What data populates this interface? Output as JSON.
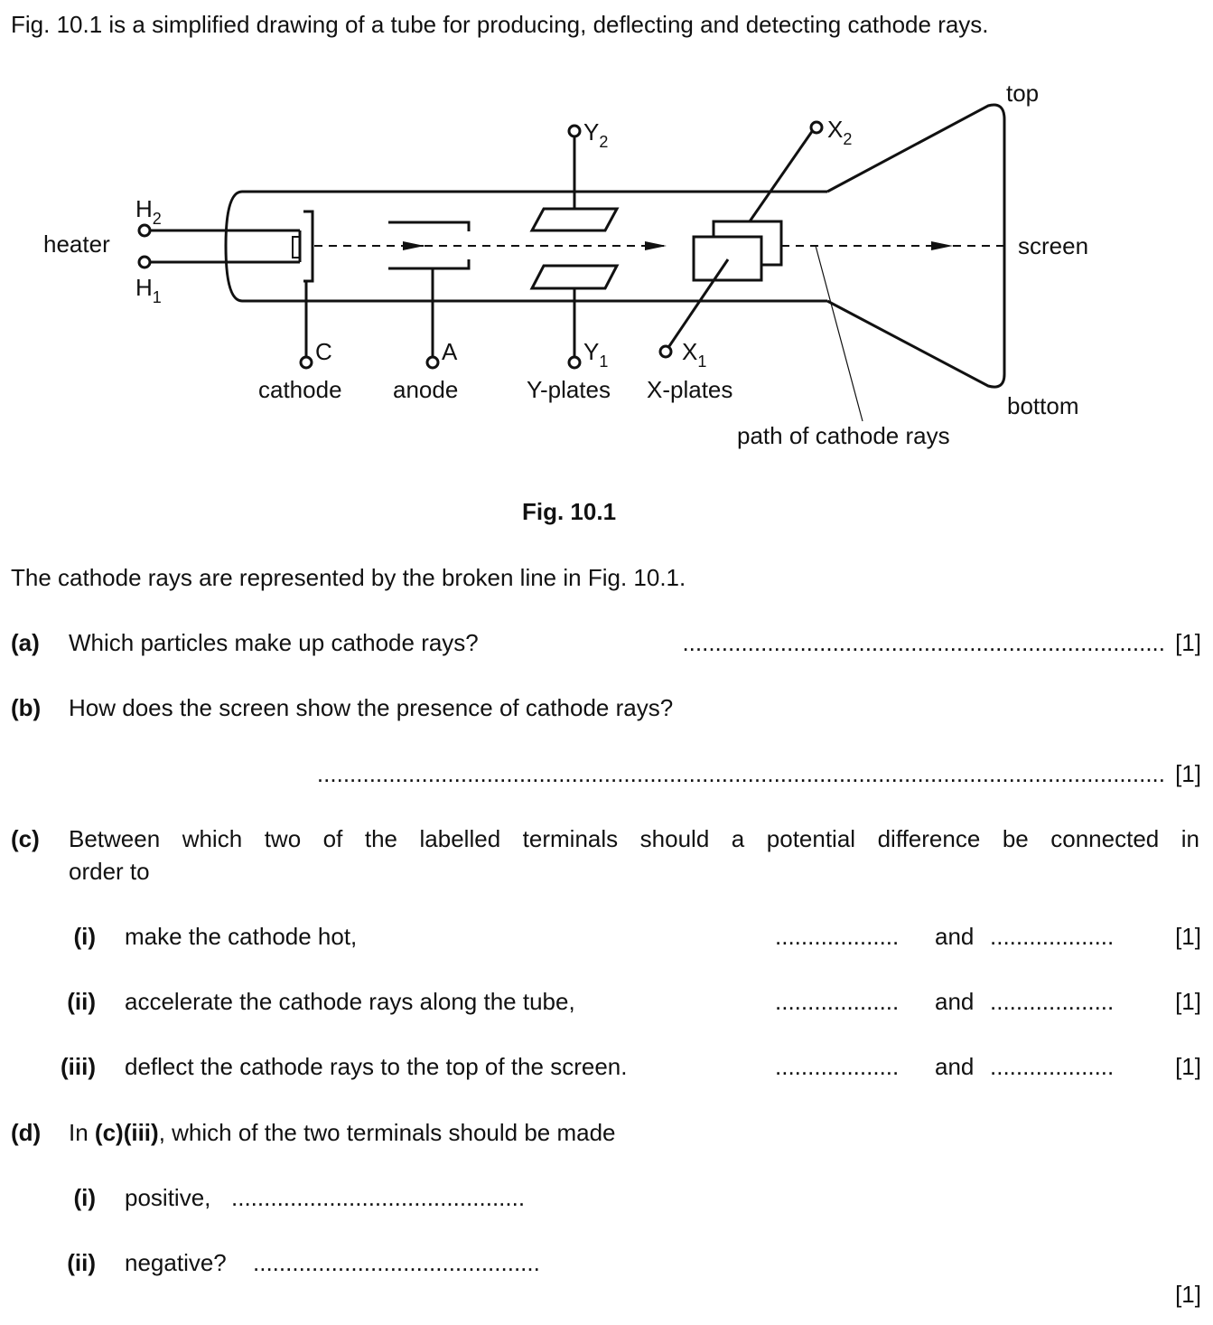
{
  "intro": "Fig. 10.1 is a simplified drawing of a tube for producing, deflecting and detecting cathode rays.",
  "figure": {
    "caption": "Fig. 10.1",
    "labels": {
      "top": "top",
      "screen": "screen",
      "bottom": "bottom",
      "heater": "heater",
      "h2": "H",
      "h2_sub": "2",
      "h1": "H",
      "h1_sub": "1",
      "c": "C",
      "cathode": "cathode",
      "a": "A",
      "anode": "anode",
      "y2": "Y",
      "y2_sub": "2",
      "y1": "Y",
      "y1_sub": "1",
      "yplates": "Y-plates",
      "x2": "X",
      "x2_sub": "2",
      "x1": "X",
      "x1_sub": "1",
      "xplates": "X-plates",
      "path": "path of cathode rays"
    }
  },
  "statement": "The cathode rays are represented by the broken line in Fig. 10.1.",
  "questions": {
    "a": {
      "label": "(a)",
      "text": "Which particles make up cathode rays?",
      "dots": "..........................................................................",
      "mark": "[1]"
    },
    "b": {
      "label": "(b)",
      "text": "How does the screen show the presence of cathode rays?",
      "dots": "..................................................................................................................................",
      "mark": "[1]"
    },
    "c": {
      "label": "(c)",
      "text_line1": "Between which two of the labelled terminals should a potential difference be connected in",
      "text_line2": "order to",
      "i": {
        "label": "(i)",
        "text": "make the cathode hot,",
        "dots1": "...................",
        "and": "and",
        "dots2": "...................",
        "mark": "[1]"
      },
      "ii": {
        "label": "(ii)",
        "text": "accelerate the cathode rays along the tube,",
        "dots1": "...................",
        "and": "and",
        "dots2": "...................",
        "mark": "[1]"
      },
      "iii": {
        "label": "(iii)",
        "text": "deflect the cathode rays to the top of the screen.",
        "dots1": "...................",
        "and": "and",
        "dots2": "...................",
        "mark": "[1]"
      }
    },
    "d": {
      "label": "(d)",
      "text_prefix": "In",
      "text_ref": "(c)(iii)",
      "text_suffix": ", which of the two terminals should be made",
      "i": {
        "label": "(i)",
        "text": "positive,",
        "dots": "............................................."
      },
      "ii": {
        "label": "(ii)",
        "text": "negative?",
        "dots": "............................................"
      },
      "mark": "[1]"
    }
  }
}
